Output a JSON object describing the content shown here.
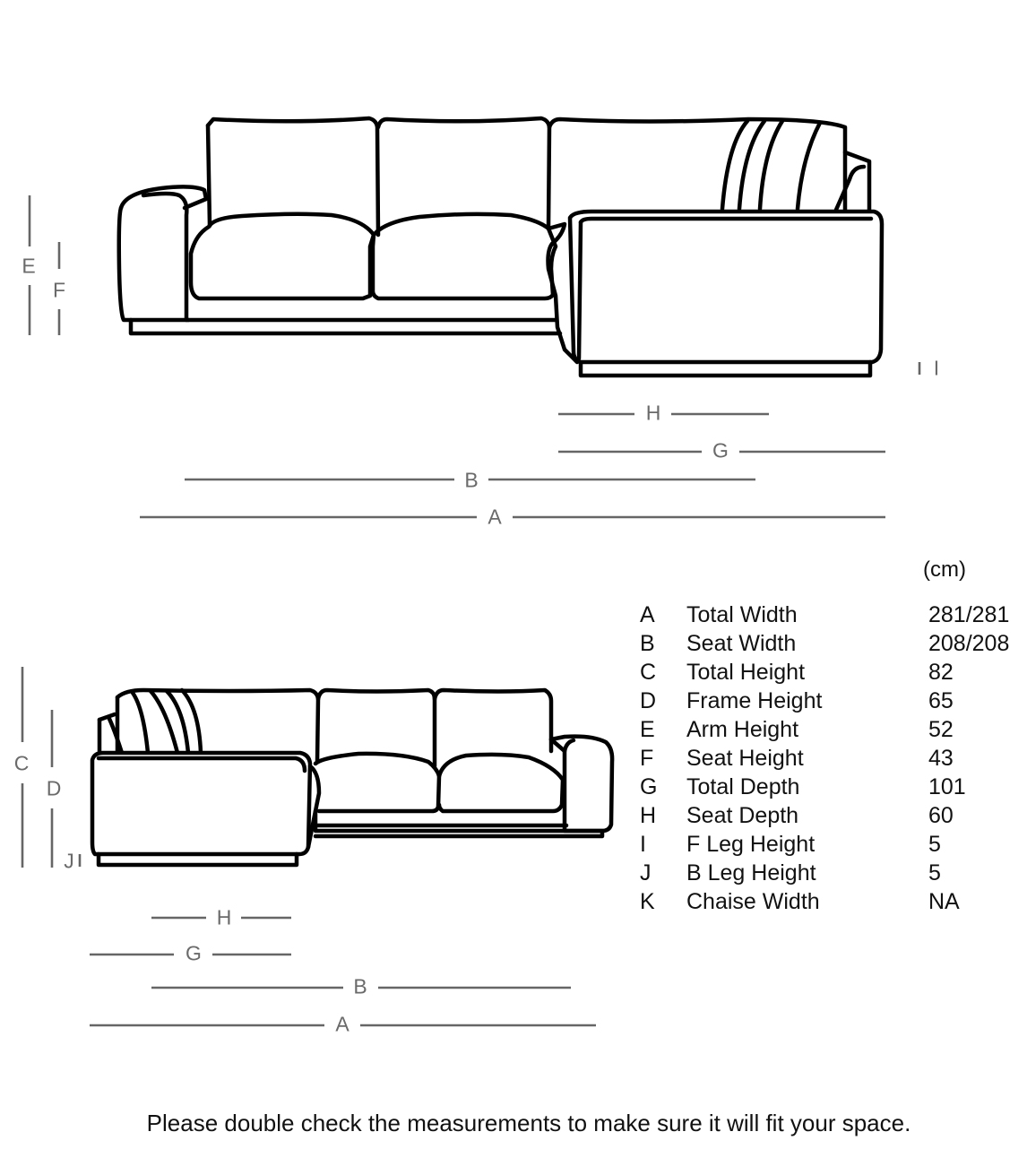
{
  "diagram": {
    "views": [
      {
        "name": "Right-hand facing corner sofa (front view)",
        "dimension_labels": [
          "E",
          "F",
          "I",
          "H",
          "G",
          "B",
          "A"
        ]
      },
      {
        "name": "Left-hand facing corner sofa (front view)",
        "dimension_labels": [
          "C",
          "D",
          "J",
          "H",
          "G",
          "B",
          "A"
        ]
      }
    ],
    "dims_top": {
      "E": "E",
      "F": "F",
      "I": "I",
      "H": "H",
      "G": "G",
      "B": "B",
      "A": "A"
    },
    "dims_bottom": {
      "C": "C",
      "D": "D",
      "J": "J",
      "H": "H",
      "G": "G",
      "B": "B",
      "A": "A"
    }
  },
  "spec": {
    "unit": "(cm)",
    "rows": [
      {
        "code": "A",
        "label": "Total Width",
        "value": "281/281"
      },
      {
        "code": "B",
        "label": "Seat Width",
        "value": "208/208"
      },
      {
        "code": "C",
        "label": "Total Height",
        "value": "82"
      },
      {
        "code": "D",
        "label": "Frame Height",
        "value": "65"
      },
      {
        "code": "E",
        "label": "Arm Height",
        "value": "52"
      },
      {
        "code": "F",
        "label": "Seat Height",
        "value": "43"
      },
      {
        "code": "G",
        "label": "Total Depth",
        "value": "101"
      },
      {
        "code": "H",
        "label": "Seat Depth",
        "value": "60"
      },
      {
        "code": "I",
        "label": "F Leg Height",
        "value": "5"
      },
      {
        "code": "J",
        "label": "B Leg Height",
        "value": "5"
      },
      {
        "code": "K",
        "label": "Chaise Width",
        "value": "NA"
      }
    ]
  },
  "footer": {
    "note": "Please double check the measurements to make sure it will fit your space."
  },
  "colors": {
    "line": "#000000",
    "dimension": "#666666",
    "text": "#111111",
    "background": "#ffffff"
  }
}
